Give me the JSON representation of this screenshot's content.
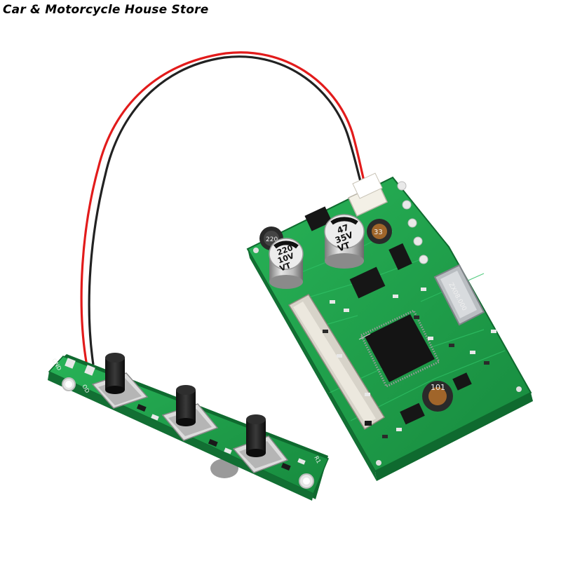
{
  "store_title": "Car & Motorcycle House Store",
  "colors": {
    "pcb_green": "#1e9e4a",
    "pcb_dark": "#157a38",
    "wire_red": "#e21b1b",
    "wire_black": "#222222"
  },
  "labels": {
    "cap_left_top": "220",
    "cap_left_mid": "10V",
    "cap_left_bot": "VT",
    "cap_right_top": "47",
    "cap_right_mid": "35V",
    "cap_right_bot": "VT",
    "inductor_small": "220",
    "inductor_right": "33",
    "inductor_low": "101",
    "crystal": "ZX08.000",
    "gnd": "GND",
    "vout": "OD",
    "r_label": "R1"
  }
}
